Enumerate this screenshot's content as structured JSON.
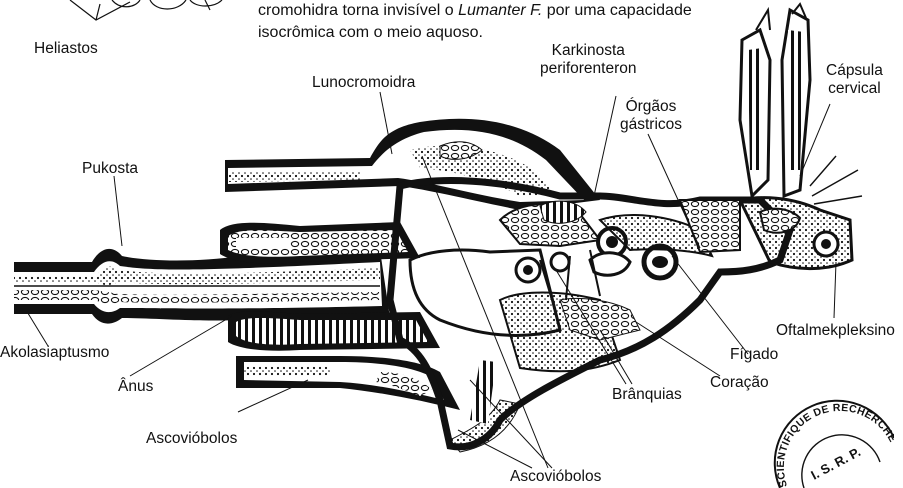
{
  "caption": {
    "line1_before": "cromohidra torna invisível o",
    "line1_italic": "Lumanter F.",
    "line1_after": "por uma capacidade",
    "line2": "isocrômica com o meio aquoso."
  },
  "labels": {
    "heliastos": "Heliastos",
    "lunocromoidra": "Lunocromoidra",
    "karkinosta_1": "Karkinosta",
    "karkinosta_2": "periforenteron",
    "orgaos_1": "Órgãos",
    "orgaos_2": "gástricos",
    "capsula_1": "Cápsula",
    "capsula_2": "cervical",
    "pukosta": "Pukosta",
    "akolasiaptusmo": "Akolasiaptusmo",
    "anus": "Ânus",
    "ascoviobolos_left": "Ascovióbolos",
    "ascoviobolos_bottom": "Ascovióbolos",
    "branquias": "Brânquias",
    "coracao": "Coração",
    "figado": "Fígado",
    "oftalmekpleksino": "Oftalmekpleksino"
  },
  "stamp": {
    "top_text": "SCIENTIFIQUE DE RECHERCHE PARANATURALISTE",
    "center_text": "I. S. R. P."
  }
}
